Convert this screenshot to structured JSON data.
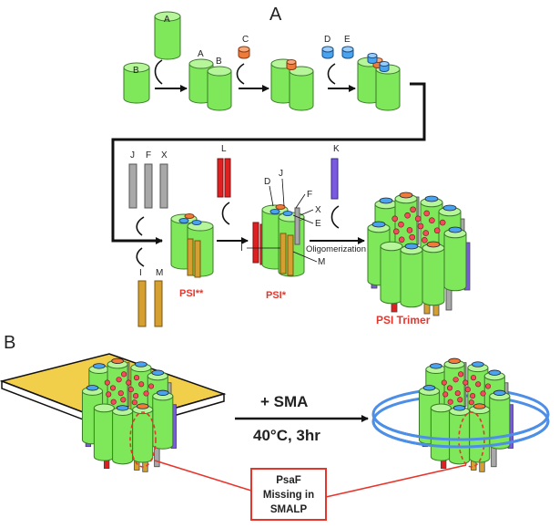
{
  "panel_a": {
    "label": "A",
    "subunits": {
      "a": "A",
      "b": "B",
      "c": "C",
      "d": "D",
      "e": "E",
      "j": "J",
      "f": "F",
      "x": "X",
      "l": "L",
      "k": "K",
      "i": "I",
      "m": "M"
    },
    "callouts": {
      "d": "D",
      "j": "J",
      "f": "F",
      "x": "X",
      "e": "E",
      "i": "I",
      "m": "M"
    },
    "step_oligomerization": "Oligomerization",
    "intermediate_1": "PSI**",
    "intermediate_2": "PSI*",
    "product": "PSI Trimer"
  },
  "panel_b": {
    "label": "B",
    "reagent": "+ SMA",
    "conditions": "40°C, 3hr",
    "note_lines": [
      "PsaF",
      "Missing in",
      "SMALP"
    ]
  },
  "colors": {
    "core": "#7ee85a",
    "subunit_c": "#f07a3a",
    "subunit_de": "#4aa3ee",
    "grey": "#a8a8a8",
    "red_subunit": "#e02020",
    "purple": "#7a5ae0",
    "gold": "#d6a030",
    "membrane": "#f2cf4a",
    "nanodisc": "#4d8fe6",
    "label_red": "#e8352c"
  }
}
